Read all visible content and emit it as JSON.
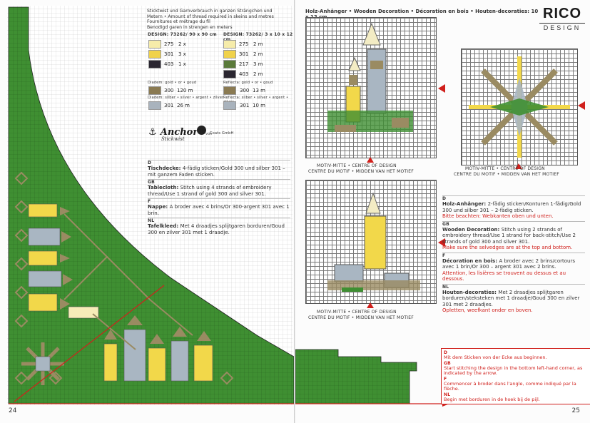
{
  "left_page": {
    "page_number": "24",
    "thread_header": [
      "Sticktwist und Garnverbrauch in ganzen Strängchen und",
      "Metern • Amount of thread required in skeins and metres",
      "Fournitures et métrage du fil",
      "Benodigd garen in strengen en meters"
    ],
    "design_a_label": "DESIGN: 73262/ 90 x 90 cm",
    "design_b_label": "DESIGN: 73262/ 3 x 10 x 12 cm",
    "threads_a": [
      {
        "code": "275",
        "amount": "2 x",
        "color": "#f6ecaa"
      },
      {
        "code": "301",
        "amount": "3 x",
        "color": "#f0d24a"
      },
      {
        "code": "403",
        "amount": "1 x",
        "color": "#2a2630"
      }
    ],
    "threads_b": [
      {
        "code": "275",
        "amount": "2 m",
        "color": "#f6ecaa"
      },
      {
        "code": "301",
        "amount": "2 m",
        "color": "#f0d24a"
      },
      {
        "code": "217",
        "amount": "3 m",
        "color": "#5a7a3a"
      },
      {
        "code": "403",
        "amount": "2 m",
        "color": "#2a2630"
      }
    ],
    "gold_caption_a": "Diadem: gold • or • goud",
    "gold_caption_b": "Reflecta: gold • or • goud",
    "gold_a": {
      "code": "300",
      "amount": "120 m",
      "color": "#8a7a52"
    },
    "gold_b": {
      "code": "300",
      "amount": "13 m",
      "color": "#8a7a52"
    },
    "silver_caption_a": "Diadem: silber • silver • argent • zilver",
    "silver_caption_b": "Reflecta: silber • silver • argent • zilver",
    "silver_a": {
      "code": "301",
      "amount": "26 m",
      "color": "#a9b3bd"
    },
    "silver_b": {
      "code": "301",
      "amount": "10 m",
      "color": "#a9b3bd"
    },
    "brand": "Anchor",
    "brand_sub": "Stickwist",
    "brand_von": "von",
    "brand_coats": "Coats GmbH",
    "instructions": [
      {
        "lang": "D",
        "title": "Tischdecke:",
        "text": "4-fädig sticken/Gold 300 und silber 301 – mit ganzem Faden sticken."
      },
      {
        "lang": "GB",
        "title": "Tablecloth:",
        "text": "Stitch using 4 strands of embroidery thread/Use 1 strand of gold 300 and silver 301."
      },
      {
        "lang": "F",
        "title": "Nappe:",
        "text": "A broder avec 4 brins/Or 300-argent 301 avec 1 brin."
      },
      {
        "lang": "NL",
        "title": "Tafelkleed:",
        "text": "Met 4 draadjes splijtgaren borduren/Goud 300 en zilver 301 met 1 draadje."
      }
    ]
  },
  "right_page": {
    "page_number": "25",
    "logo_top": "RICO",
    "logo_bottom": "DESIGN",
    "title": "Holz-Anhänger • Wooden Decoration • Décoration en bois • Houten-decoraties: 10 x 12 cm",
    "motif_caption_1": "MOTIV-MITTE • CENTRE OF DESIGN",
    "motif_caption_2": "CENTRE DU MOTIF • MIDDEN VAN HET MOTIEF",
    "instructions": [
      {
        "lang": "D",
        "title": "Holz-Anhänger:",
        "text": "2-fädig sticken/Konturen 1-fädig/Gold 300 und silber 301 – 2-fädig sticken.",
        "note": "Bitte beachten: Webkanten oben und unten."
      },
      {
        "lang": "GB",
        "title": "Wooden Decoration:",
        "text": "Stitch using 2 strands of embroidery thread/Use 1 strand for back-stitch/Use 2 strands of gold 300 and silver 301.",
        "note": "Make sure the selvedges are at the top and bottom."
      },
      {
        "lang": "F",
        "title": "Décoration en bois:",
        "text": "A broder avec 2 brins/cortours avec 1 brin/Or 300 – argent 301 avec 2 brins.",
        "note": "Attention, les lisières se trouvent au dessus et au dessous."
      },
      {
        "lang": "NL",
        "title": "Houten-decoraties:",
        "text": "Met 2 draadjes splijtgaren borduren/steksteken met 1 draadje/Goud 300 en zilver 301 met 2 draadjes.",
        "note": "Opletten, weefkant onder en boven."
      }
    ],
    "corner_box": [
      {
        "lang": "D",
        "text": "Mit dem Sticken von der Ecke aus beginnen."
      },
      {
        "lang": "GB",
        "text": "Start stitching the design in the bottom left-hand corner, as indicated by the arrow."
      },
      {
        "lang": "F",
        "text": "Commencer à broder dans l'angle, comme indiqué par la flèche."
      },
      {
        "lang": "NL",
        "text": "Begin met borduren in de hoek bij de pijl."
      }
    ]
  },
  "colors": {
    "green": "#3f8f32",
    "yellow": "#f2d84a",
    "gold": "#9a8b62",
    "silver": "#a9b6c2",
    "red": "#d0201c"
  }
}
